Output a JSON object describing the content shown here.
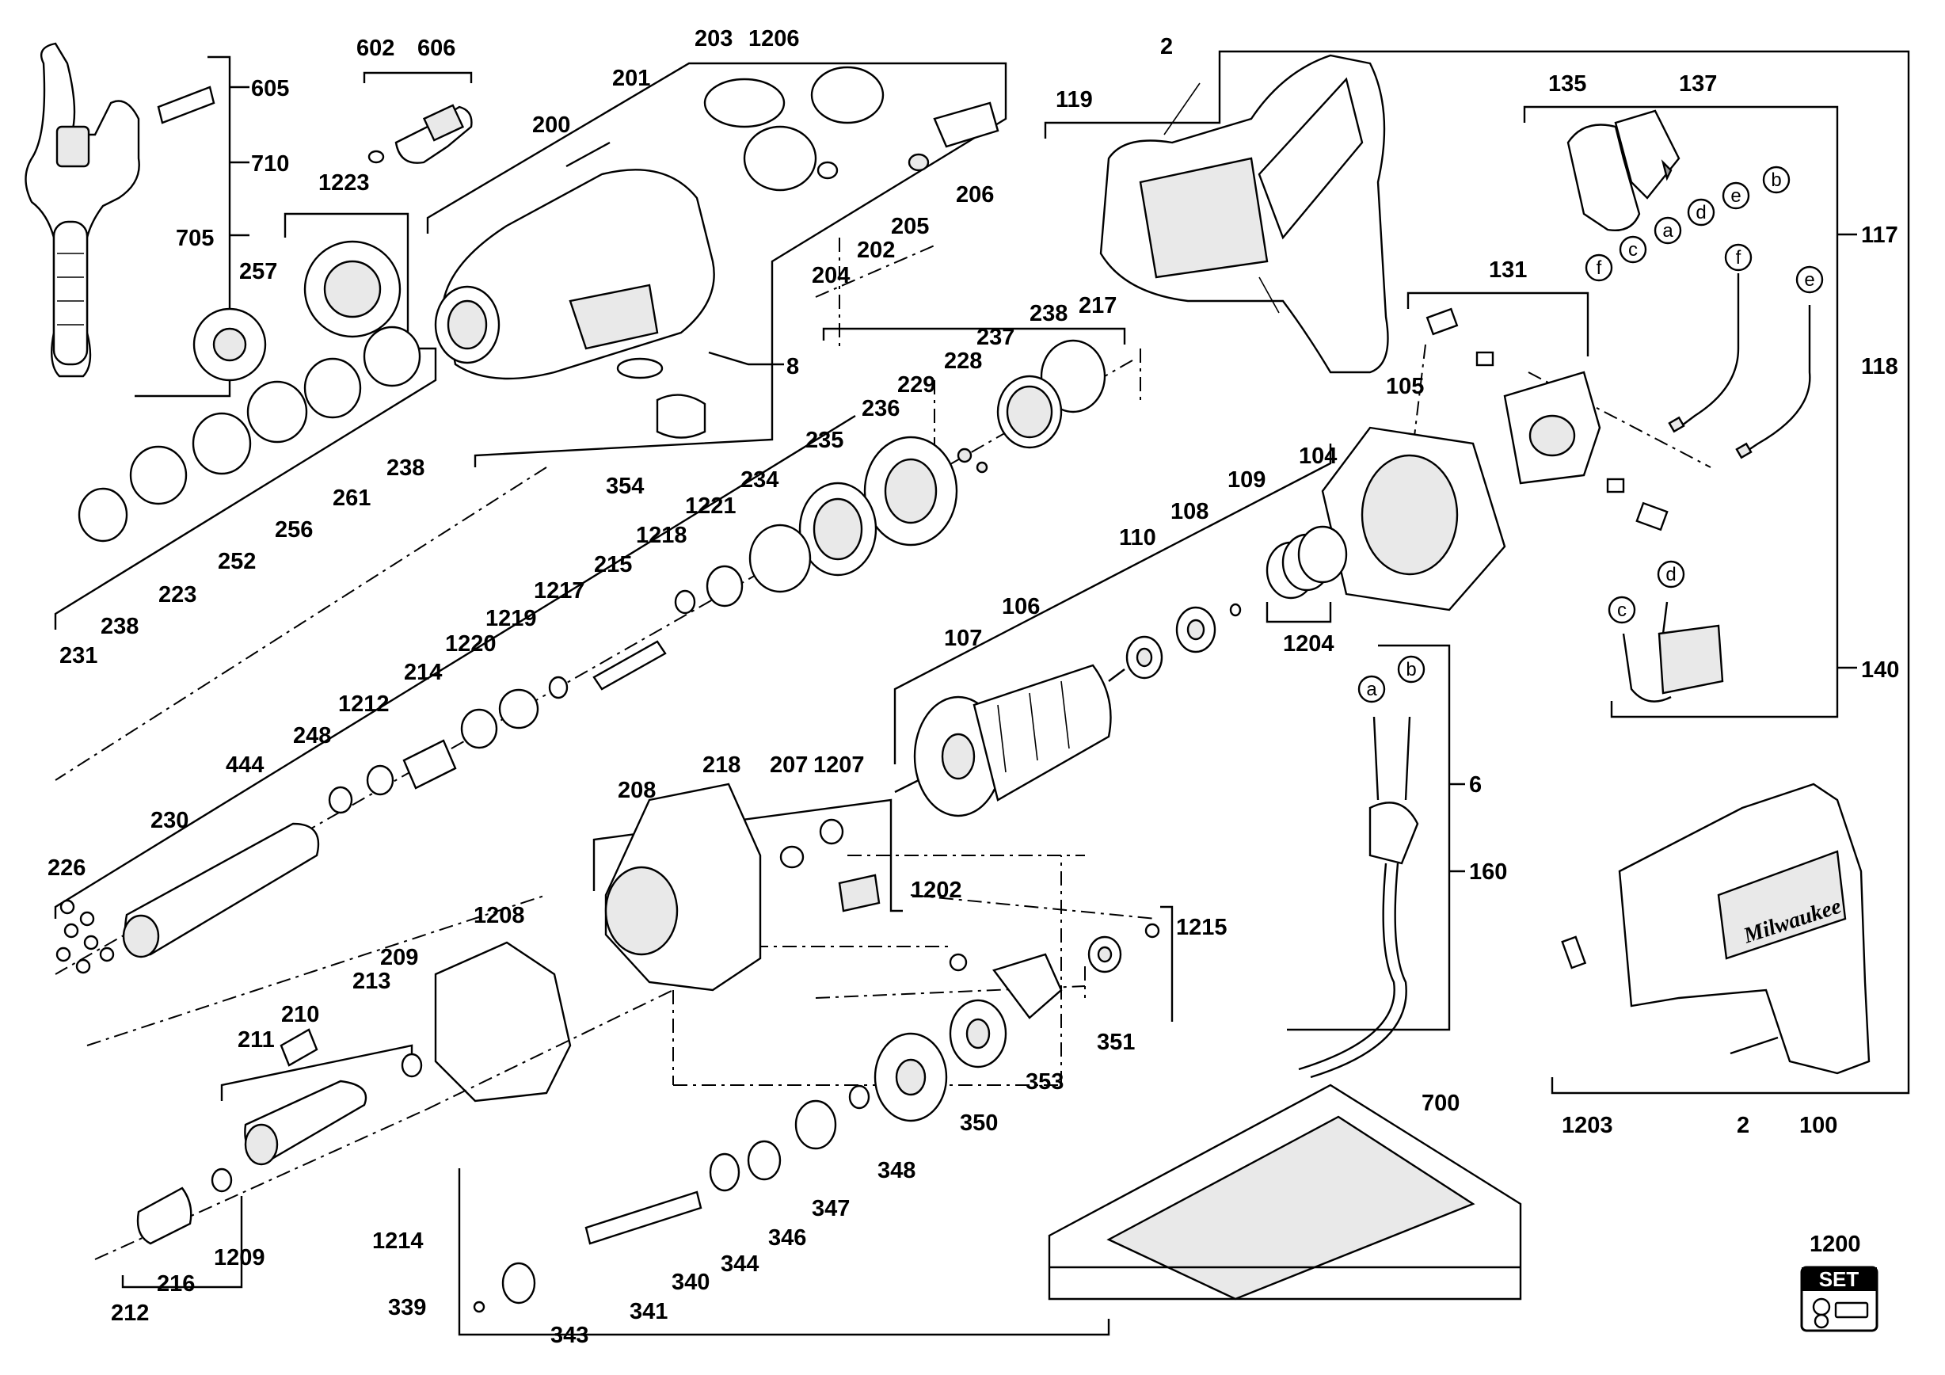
{
  "labels": {
    "l605": "605",
    "l710": "710",
    "l705": "705",
    "l602": "602",
    "l606": "606",
    "l1223": "1223",
    "l257": "257",
    "l203": "203",
    "l1206": "1206",
    "l201": "201",
    "l200": "200",
    "l206": "206",
    "l205": "205",
    "l204": "204",
    "l202": "202",
    "l8": "8",
    "l354": "354",
    "l238a": "238",
    "l217": "217",
    "l237": "237",
    "l228": "228",
    "l229": "229",
    "l236": "236",
    "l235": "235",
    "l234": "234",
    "l1221": "1221",
    "l1218": "1218",
    "l215": "215",
    "l1217": "1217",
    "l1219": "1219",
    "l1220": "1220",
    "l214": "214",
    "l1212": "1212",
    "l248": "248",
    "l444": "444",
    "l230": "230",
    "l226": "226",
    "l238b": "238",
    "l261": "261",
    "l256": "256",
    "l252": "252",
    "l223": "223",
    "l238c": "238",
    "l231": "231",
    "l2a": "2",
    "l119": "119",
    "l135": "135",
    "l137": "137",
    "l117": "117",
    "l131": "131",
    "l118": "118",
    "l105": "105",
    "l104": "104",
    "l109": "109",
    "l108": "108",
    "l110": "110",
    "l1204": "1204",
    "l106": "106",
    "l107": "107",
    "l140": "140",
    "l6": "6",
    "l160": "160",
    "l208": "208",
    "l218": "218",
    "l207": "207",
    "l1207": "1207",
    "l1202": "1202",
    "l1208": "1208",
    "l1215": "1215",
    "l351": "351",
    "l353": "353",
    "l350": "350",
    "l348": "348",
    "l347": "347",
    "l346": "346",
    "l344": "344",
    "l340": "340",
    "l341": "341",
    "l1214": "1214",
    "l339": "339",
    "l343": "343",
    "l213": "213",
    "l209": "209",
    "l210": "210",
    "l211": "211",
    "l1209": "1209",
    "l216": "216",
    "l212": "212",
    "l700": "700",
    "l1203": "1203",
    "l2b": "2",
    "l100": "100",
    "l1200": "1200"
  },
  "wire_letters": {
    "b1": "b",
    "e1": "e",
    "d1": "d",
    "a1": "a",
    "c1": "c",
    "f1": "f",
    "f2": "f",
    "e2": "e",
    "a2": "a",
    "b2": "b",
    "c2": "c",
    "d2": "d"
  },
  "brand": {
    "logo_text": "Milwaukee",
    "set_badge": "SET"
  }
}
